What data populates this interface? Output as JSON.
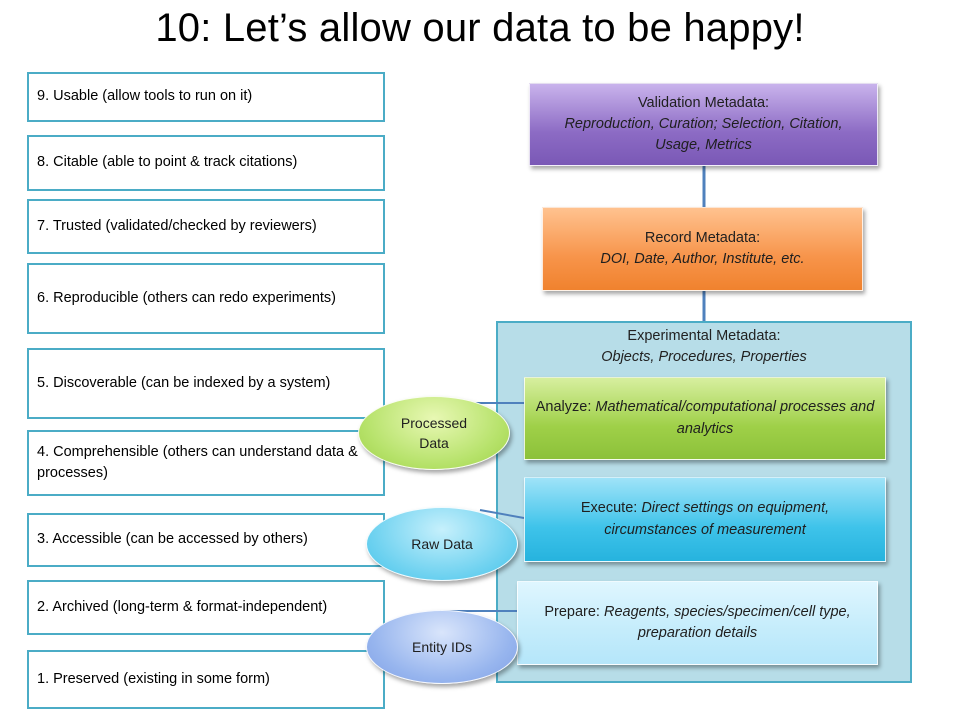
{
  "title": "10: Let’s allow our data to be happy!",
  "levels": [
    {
      "label": "9. Usable (allow tools to run on it)"
    },
    {
      "label": "8. Citable (able to point & track citations)"
    },
    {
      "label": "7. Trusted (validated/checked by reviewers)"
    },
    {
      "label": "6. Reproducible (others can redo experiments)"
    },
    {
      "label": "5. Discoverable (can be indexed by a system)"
    },
    {
      "label": "4. Comprehensible (others can understand data & processes)"
    },
    {
      "label": "3. Accessible (can be accessed by others)"
    },
    {
      "label": "2. Archived (long-term & format-independent)"
    },
    {
      "label": "1. Preserved (existing in some form)"
    }
  ],
  "metadata": {
    "validation": {
      "title": "Validation Metadata:",
      "detail": "Reproduction, Curation; Selection, Citation, Usage, Metrics"
    },
    "record": {
      "title": "Record Metadata:",
      "detail": "DOI, Date, Author, Institute, etc."
    },
    "experimental": {
      "title": "Experimental Metadata:",
      "detail": "Objects, Procedures, Properties"
    }
  },
  "steps": {
    "analyze": {
      "name": "Analyze:",
      "detail": "Mathematical/computational processes and analytics"
    },
    "execute": {
      "name": "Execute:",
      "detail": "Direct settings on equipment, circumstances of measurement"
    },
    "prepare": {
      "name": "Prepare:",
      "detail": "Reagents, species/specimen/cell type, preparation details"
    }
  },
  "data_ovals": {
    "processed": "Processed Data",
    "raw": "Raw Data",
    "entity": "Entity IDs"
  },
  "colors": {
    "border_accent": "#4bacc6",
    "validation": "#8c6bc4",
    "record": "#f7944a",
    "analyze": "#9fd048",
    "execute": "#3ec3ea",
    "prepare": "#c4ecfb",
    "connector": "#4f81bd"
  }
}
